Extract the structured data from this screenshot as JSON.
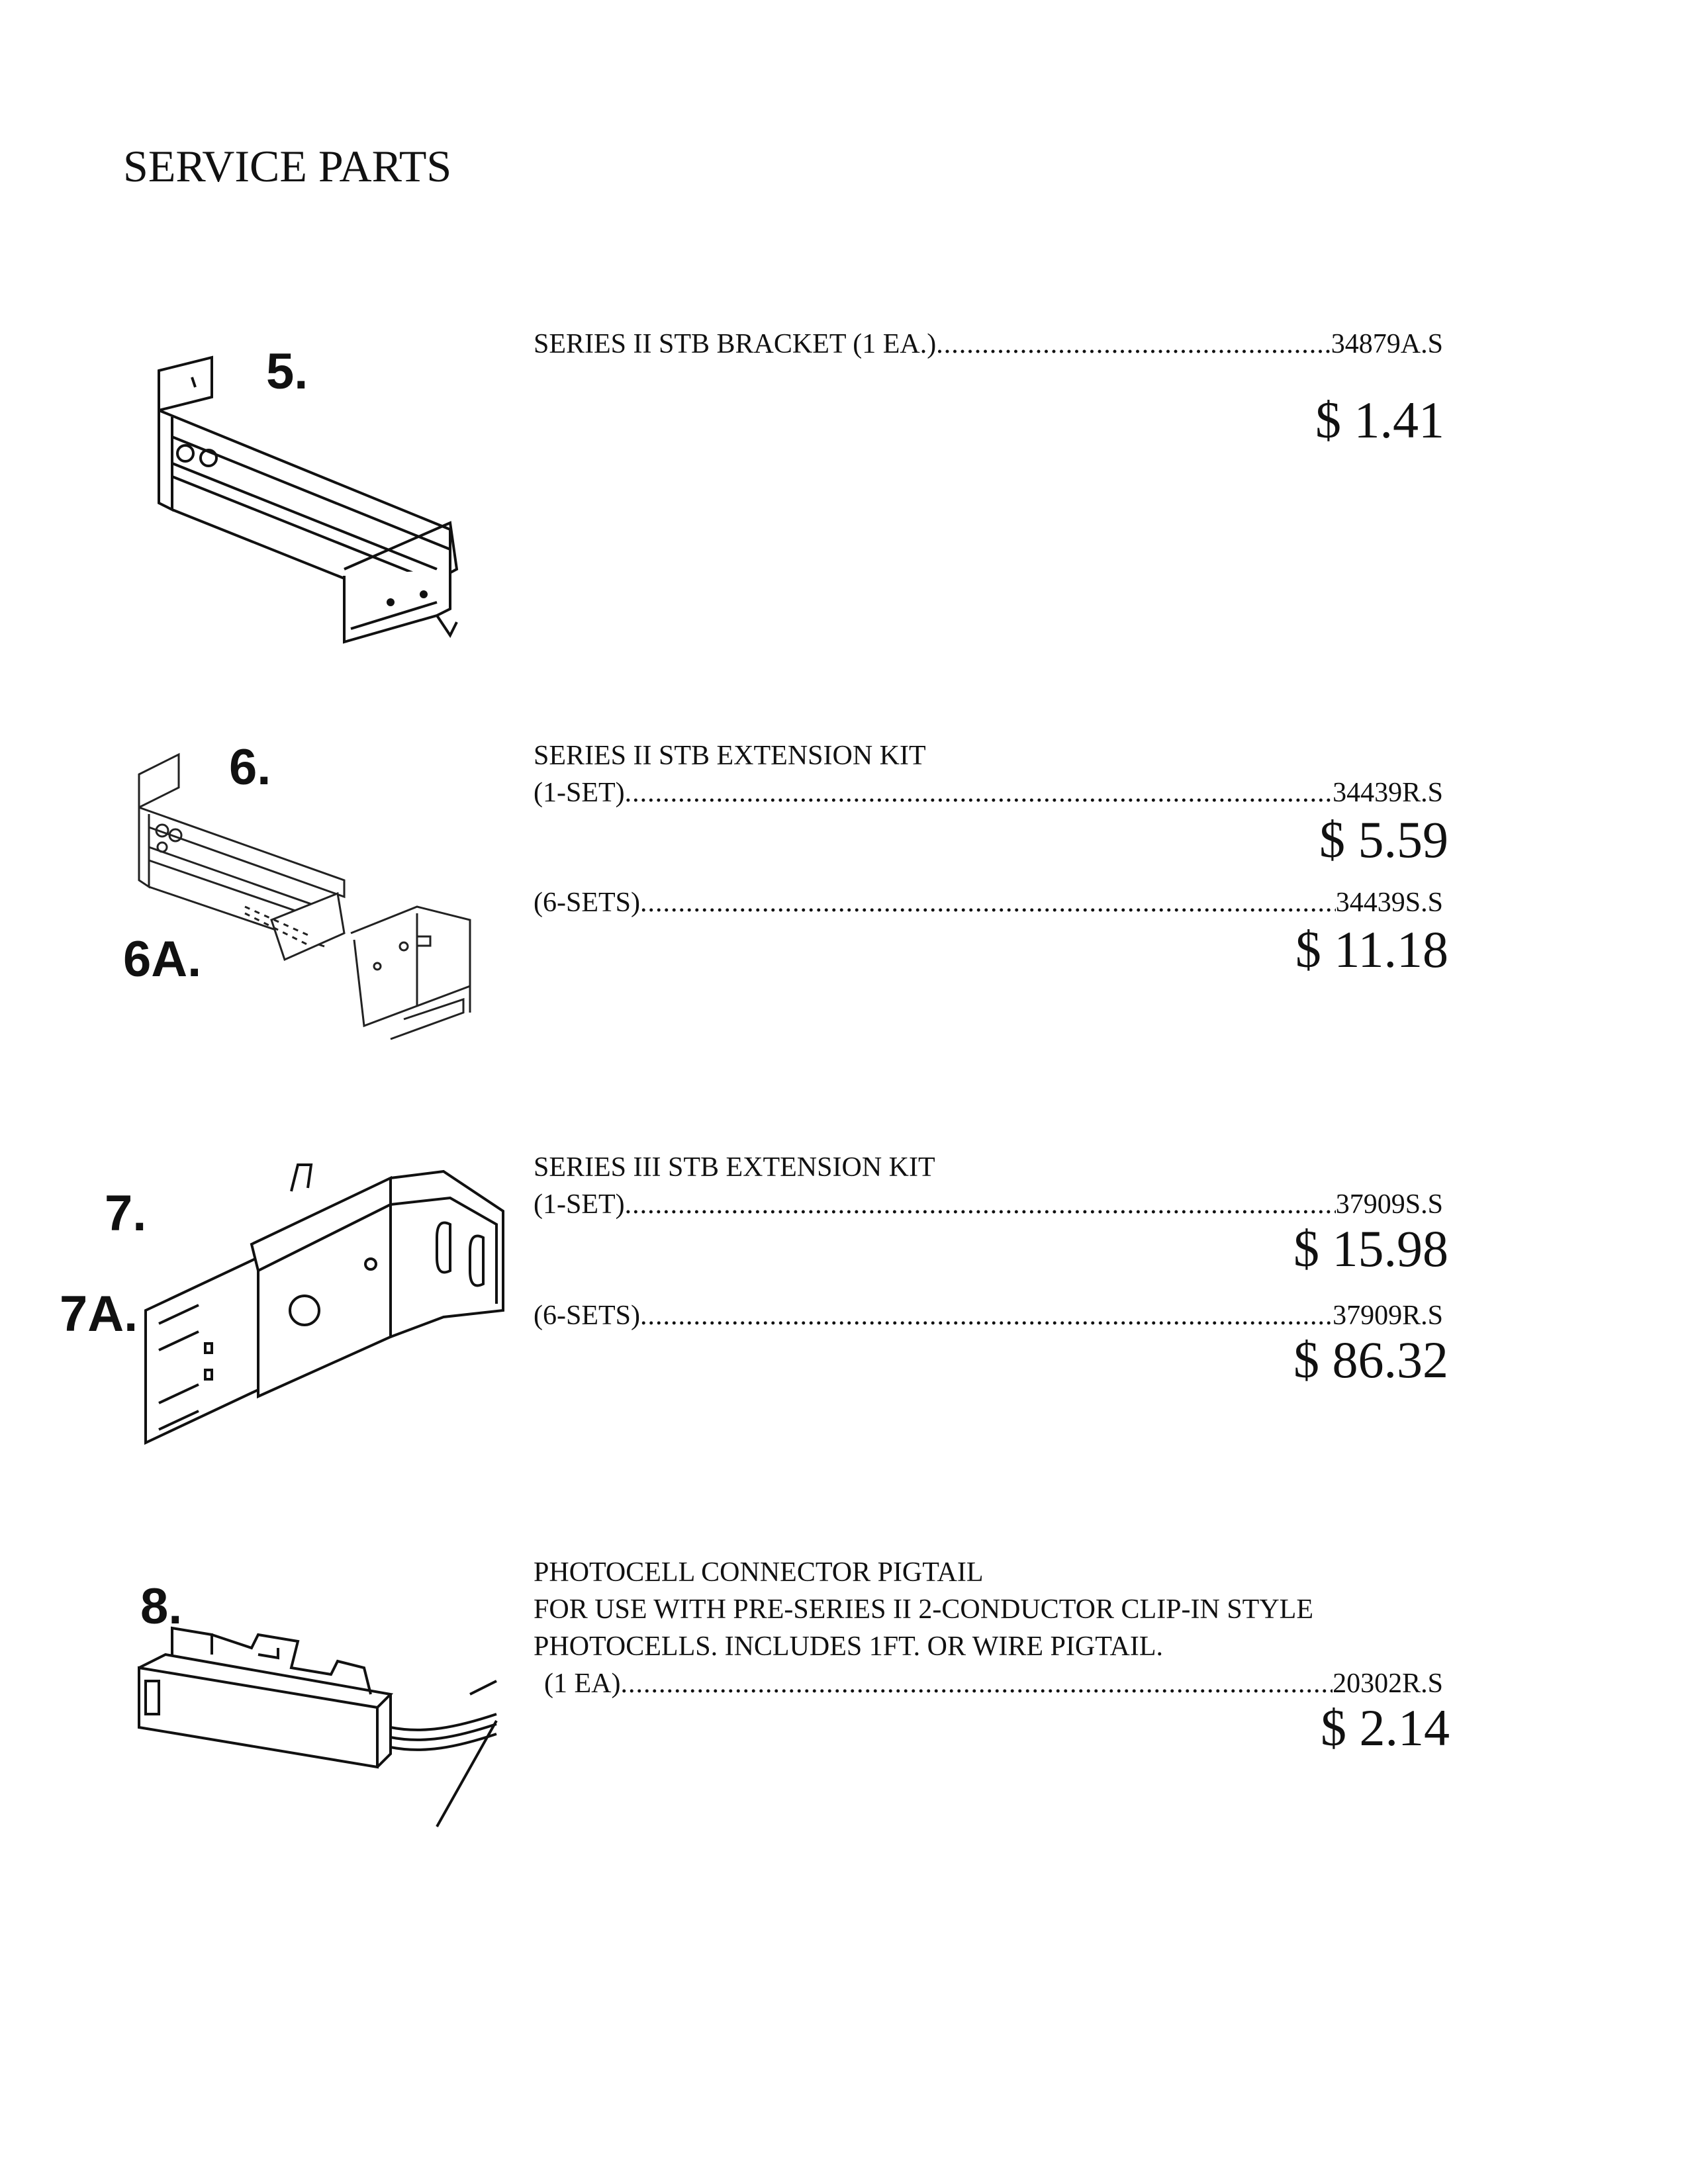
{
  "page": {
    "title": "SERVICE PARTS"
  },
  "parts": [
    {
      "labels": [
        "5."
      ],
      "heading": "",
      "lines": [
        {
          "desc": "SERIES II STB BRACKET (1 EA.)",
          "part_no": "34879A.S",
          "price": "$ 1.41"
        }
      ]
    },
    {
      "labels": [
        "6.",
        "6A."
      ],
      "heading": "SERIES II STB EXTENSION KIT",
      "lines": [
        {
          "desc": "(1-SET)",
          "part_no": "34439R.S",
          "price": "$ 5.59"
        },
        {
          "desc": "(6-SETS)",
          "part_no": "34439S.S",
          "price": "$ 11.18"
        }
      ]
    },
    {
      "labels": [
        "7.",
        "7A."
      ],
      "heading": "SERIES III STB EXTENSION KIT",
      "lines": [
        {
          "desc": "(1-SET)",
          "part_no": "37909S.S",
          "price": "$ 15.98"
        },
        {
          "desc": "(6-SETS)",
          "part_no": "37909R.S",
          "price": "$ 86.32"
        }
      ]
    },
    {
      "labels": [
        "8."
      ],
      "heading": "PHOTOCELL CONNECTOR PIGTAIL",
      "description": [
        "FOR USE WITH PRE-SERIES II 2-CONDUCTOR CLIP-IN STYLE",
        "PHOTOCELLS. INCLUDES 1FT. OR WIRE PIGTAIL."
      ],
      "lines": [
        {
          "desc": "(1 EA)",
          "part_no": "20302R.S",
          "price": "$ 2.14"
        }
      ]
    }
  ]
}
